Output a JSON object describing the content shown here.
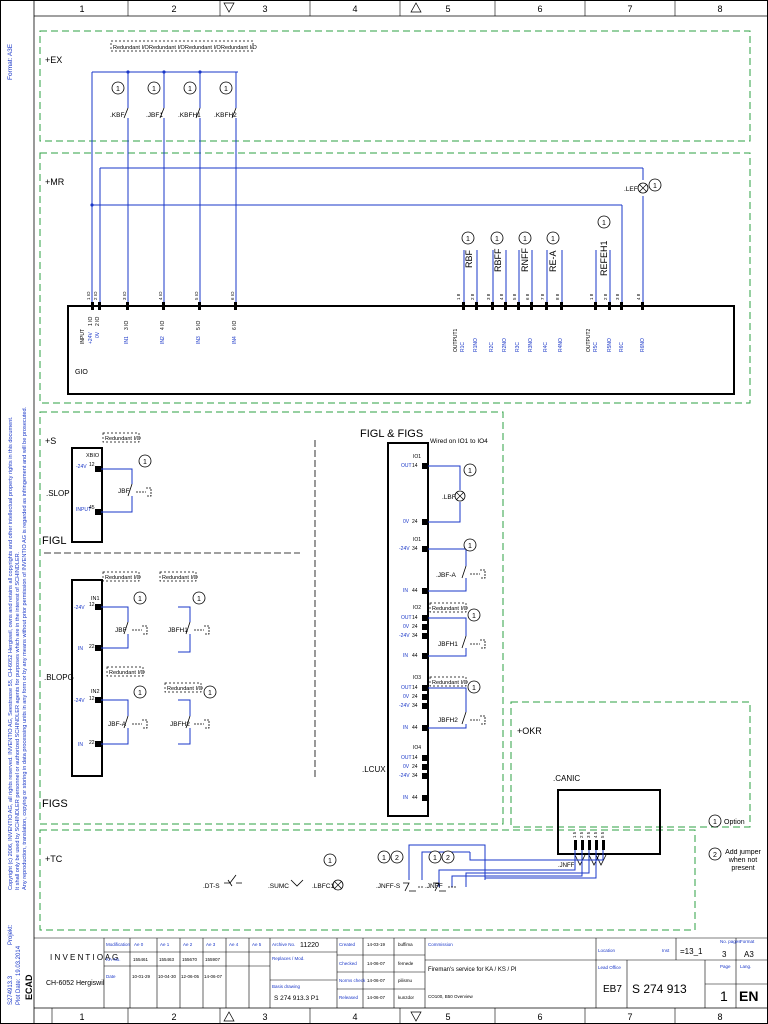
{
  "ruler": {
    "top": [
      "1",
      "2",
      "3",
      "4",
      "5",
      "6",
      "7",
      "8"
    ],
    "bottom": [
      "1",
      "2",
      "3",
      "4",
      "5",
      "6",
      "7",
      "8"
    ]
  },
  "side_text": {
    "format": "Format: A3E",
    "copyright_1": "Copyright (c) 2006, INVENTIO AG, all rights reserved. INVENTIO AG, Seestrasse 55, CH-6052 Hergiswil, owns and retains all copyrights and other intellectual property rights in this document.",
    "copyright_2": "It shall only be used by SCHINDLER personnel or authorized SCHINDLER agents for purposes which are in the interest of SCHINDLER.",
    "copyright_3": "Any reproduction, translation, copying or storing in data processing units in any form or by any means without prior permission of INVENTIO AG is regarded as infringement and will be prosecuted.",
    "projekt": "Projekt:",
    "proj_no": "S274913.3",
    "plot_date": "Plot Date:",
    "plot_date_val": "19.03.2014",
    "ecad": "ECAD"
  },
  "sections": {
    "ex": "+EX",
    "mr": "+MR",
    "s": "+S",
    "figl": "FIGL",
    "figs": "FIGS",
    "okr": "+OKR",
    "tc": "+TC",
    "figl_figs": "FIGL & FIGS",
    "wired": "Wired on IO1 to IO4"
  },
  "common": {
    "redundant": "Redundant I/O",
    "option_num": "1",
    "jumper_num": "2"
  },
  "ex": {
    "contacts": [
      ".KBF",
      ".JBF1",
      ".KBFH1",
      ".KBFH2"
    ]
  },
  "mr": {
    "lef": ".LEF",
    "outputs": [
      "RBF",
      "RBFF",
      "RNFF",
      "RE-A",
      "REFEH1"
    ],
    "gio": "GIO",
    "top_pins": [
      "1 IO",
      "2 IO",
      "3 IO",
      "4 IO",
      "5 IO",
      "6 IO"
    ],
    "input_labels": [
      "INPUT",
      "+24V",
      "0V"
    ],
    "in_labels": [
      "IN1",
      "IN2",
      "IN3",
      "IN4"
    ],
    "in_pins": [
      "1 IO",
      "2 IO",
      "3 IO",
      "4 IO",
      "5 IO",
      "6 IO"
    ],
    "out1_pins": [
      "1 8",
      "2 8",
      "3 8",
      "4 8",
      "5 8",
      "6 8",
      "7 8",
      "8 8"
    ],
    "out1_labels": [
      "OUTPUT1",
      "R1C",
      "R1NO",
      "R2C",
      "R2NO",
      "R3C",
      "R3NO",
      "R4C",
      "R4NO"
    ],
    "out2_pins": [
      "1 8",
      "2 8",
      "3 8",
      "4 8"
    ],
    "out2_labels": [
      "OUTPUT2",
      "R5C",
      "R5NO",
      "R6C",
      "R6NO"
    ]
  },
  "s": {
    "slop": ".SLOP",
    "xbio": "XBIO",
    "v24": "-24V",
    "input": "INPUT",
    "jbf": "JBF",
    "pin12": "12",
    "pin45": "45"
  },
  "figl": {
    "blopg": ".BLOPG",
    "in1": "IN1",
    "in2": "IN2",
    "v24": "-24V",
    "in": "IN",
    "p12": "12",
    "p22": "22",
    "jbf": "JBF",
    "jbfa": "JBF-A",
    "jbfh1": "JBFH1",
    "jbfh2": "JBFH2"
  },
  "lcux": {
    "name": ".LCUX",
    "io_labels": [
      "IO1",
      "IO1",
      "IO2",
      "IO3",
      "IO4"
    ],
    "pin_labels": [
      "OUT",
      "0V",
      "-24V",
      "IN"
    ],
    "pin_nums": [
      "14",
      "24",
      "34",
      "44"
    ],
    "lbf": ".LBF",
    "jbfa": ".JBF-A",
    "jbfh1": "JBFH1",
    "jbfh2": "JBFH2"
  },
  "okr": {
    "canic": ".CANIC",
    "pins": [
      "1 5",
      "2 5",
      "3 5",
      "4 5",
      "5 5"
    ]
  },
  "tc": {
    "items": [
      ".DT-S",
      ".SUMC",
      ".LBFC1",
      ".JNFF-S",
      ".JNFF"
    ],
    "jnff": ".JNFF"
  },
  "legend": {
    "option": "Option",
    "jumper": "Add jumper when not present"
  },
  "title_block": {
    "company": "I N V E N T I O  A G",
    "city": "CH-6052 Hergiswil",
    "modif_label": "Modification",
    "rev_labels": [
      "Ae 0",
      "Ae 1",
      "Ae 2",
      "Ae 3",
      "Ae 4",
      "Ae 5"
    ],
    "ka_label": "KA-No.",
    "ka_vals": [
      "155461",
      "155463",
      "155670",
      "155907"
    ],
    "date_label": "Date",
    "date_vals": [
      "10-01-29",
      "10-04-30",
      "12-06-05",
      "14-06-07"
    ],
    "archive_label": "Archive No.",
    "archive_val": "11220",
    "replaces_label": "Replaces / Mod.",
    "basis_label": "Basis drawing",
    "basis_val": "S 274 913.3 P1",
    "created": "Created",
    "created_date": "14-03-19",
    "created_by": "buffima",
    "checked": "Checked",
    "checked_date": "14-06-07",
    "checked_by": "fernede",
    "norm": "Norms check",
    "norm_date": "14-06-07",
    "norm_by": "pilismu",
    "released": "Released",
    "released_date": "14-06-07",
    "released_by": "kunzdor",
    "commission_label": "Commission",
    "title": "Fireman's service   for KA / KS / PI",
    "subtitle": "CO100, B50 Overview",
    "location_label": "Location",
    "inst_label": "Inst",
    "inst_val": "=13_1",
    "lead_office": "Lead Office",
    "office": "EB7",
    "doc_no": "S 274 913",
    "no_pages_label": "No. pages",
    "no_pages_val": "3",
    "format_label": "Format",
    "format_val": "A3",
    "page_label": "Page",
    "page_val": "1",
    "lang_label": "Lang.",
    "lang_val": "EN"
  },
  "colors": {
    "wire": "#1a37c8",
    "dashed": "#2ea043",
    "line": "#000000"
  }
}
